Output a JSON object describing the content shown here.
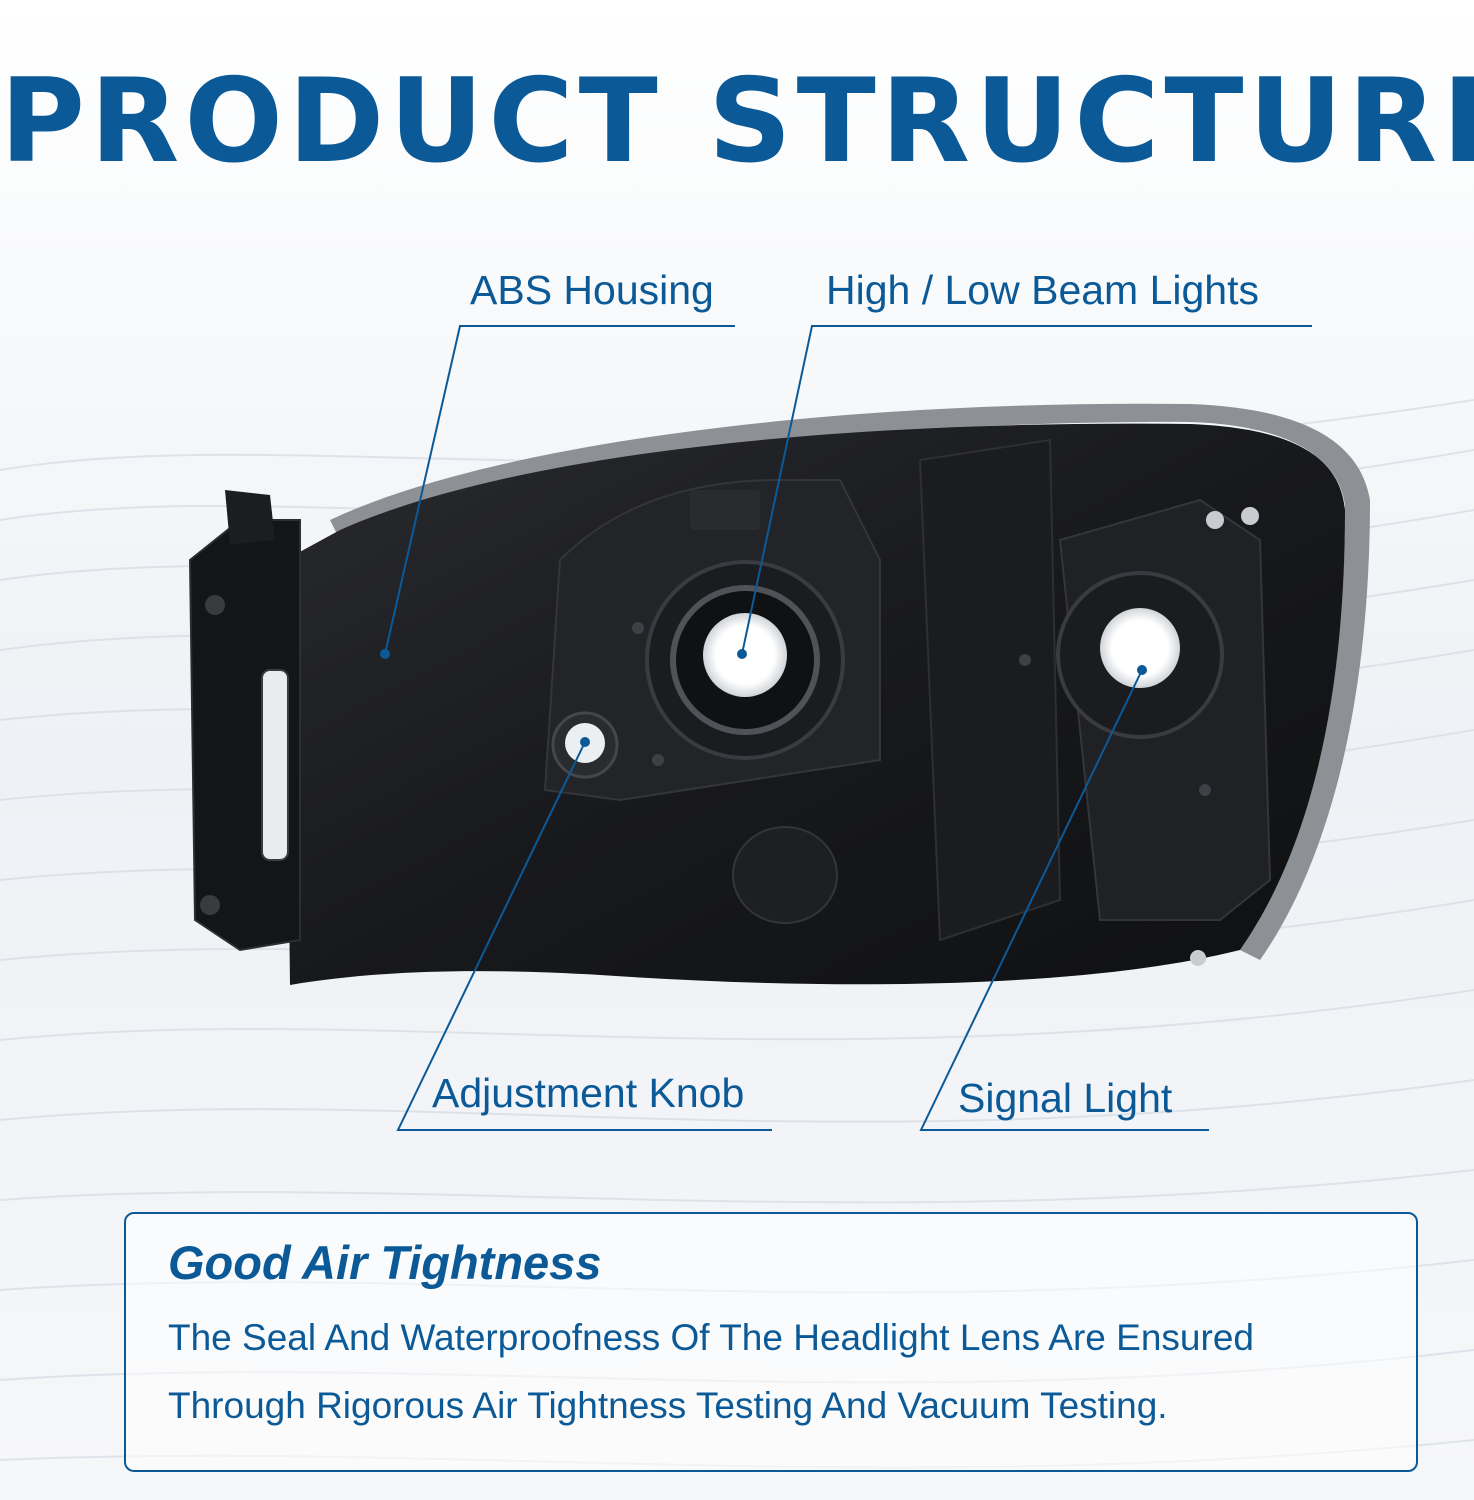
{
  "title": "PRODUCT STRUCTURE",
  "callouts": {
    "abs_housing": "ABS Housing",
    "beam_lights": "High / Low Beam Lights",
    "adjustment_knob": "Adjustment Knob",
    "signal_light": "Signal Light"
  },
  "feature": {
    "title": "Good Air Tightness",
    "description": "The Seal And Waterproofness Of The Headlight Lens Are Ensured Through Rigorous Air Tightness Testing And Vacuum Testing."
  },
  "colors": {
    "brand_blue": "#0b5a97",
    "background": "#f3f5f8",
    "housing": "#1a1b1e"
  }
}
